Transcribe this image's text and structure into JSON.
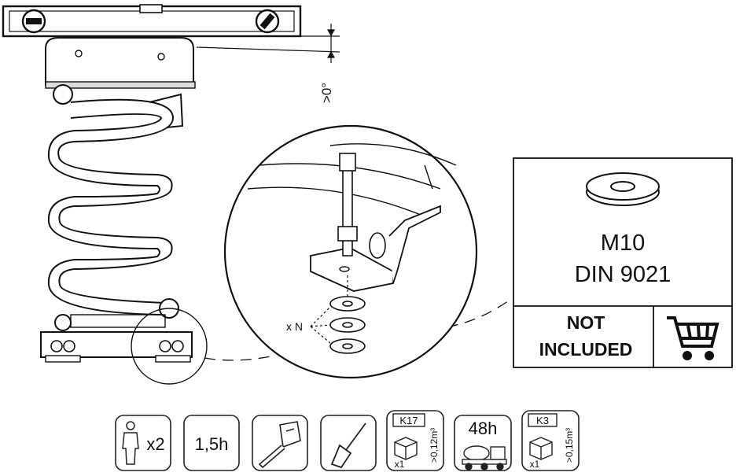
{
  "angle_label": ">0°",
  "multiplier_label": "x N",
  "washer_spec": {
    "size": "M10",
    "standard": "DIN 9021"
  },
  "not_included": {
    "line1": "NOT",
    "line2": "INCLUDED"
  },
  "icons": [
    {
      "name": "workers-icon",
      "label": "x2"
    },
    {
      "name": "time-icon",
      "label": "1,5h"
    },
    {
      "name": "tape-measure-icon",
      "label": ""
    },
    {
      "name": "shovel-icon",
      "label": ""
    },
    {
      "name": "concrete-k17-icon",
      "grade": "K17",
      "qty": "x1",
      "volume": ">0,12m³"
    },
    {
      "name": "curing-icon",
      "label": "48h"
    },
    {
      "name": "concrete-k3-icon",
      "grade": "K3",
      "qty": "x1",
      "volume": ">0,15m³"
    }
  ]
}
